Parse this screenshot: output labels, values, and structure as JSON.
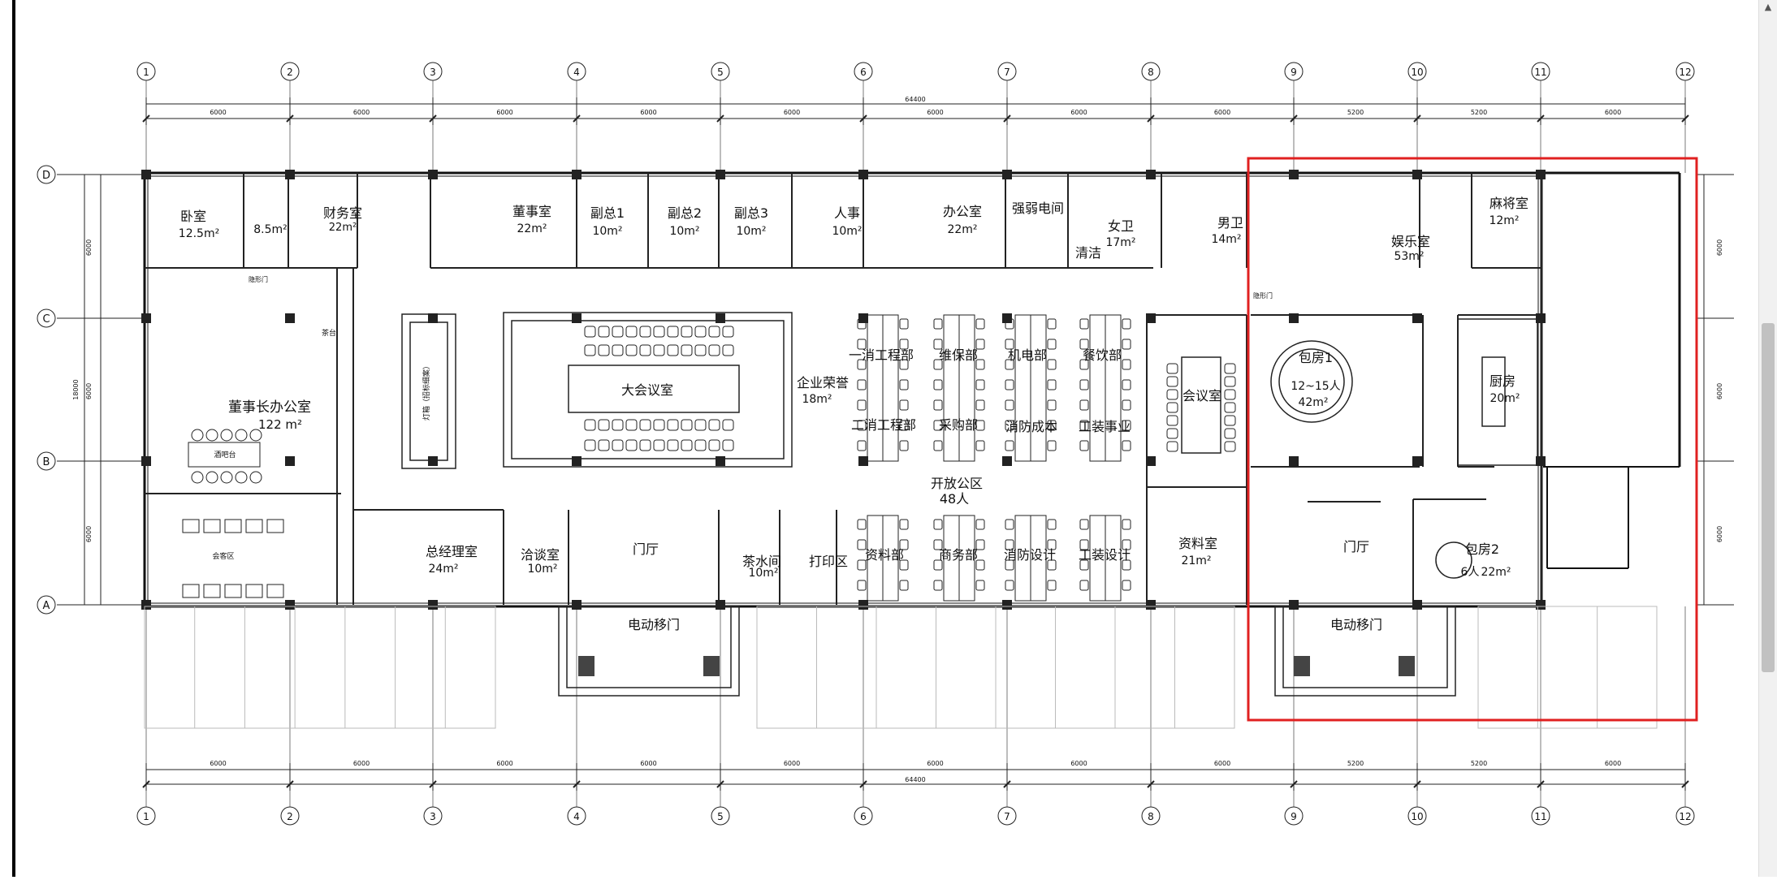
{
  "grid": {
    "columns": [
      "1",
      "2",
      "3",
      "4",
      "5",
      "6",
      "7",
      "8",
      "9",
      "10",
      "11",
      "12"
    ],
    "rows": [
      "D",
      "C",
      "B",
      "A"
    ],
    "spans": [
      "6000",
      "6000",
      "6000",
      "6000",
      "6000",
      "6000",
      "6000",
      "6000",
      "5200",
      "5200",
      "6000"
    ],
    "total": "64400",
    "vertical_spans": [
      "6000",
      "6000",
      "6000"
    ],
    "vertical_total": "18000"
  },
  "rooms": {
    "bedroom": "卧室",
    "bedroom_area": "12.5m²",
    "bath_area": "8.5m²",
    "finance": "财务室",
    "finance_area": "22m²",
    "chairman_room": "董事室",
    "chairman_room_area": "22m²",
    "vp1": "副总1",
    "vp1_area": "10m²",
    "vp2": "副总2",
    "vp2_area": "10m²",
    "vp3": "副总3",
    "vp3_area": "10m²",
    "hr": "人事",
    "hr_area": "10m²",
    "office": "办公室",
    "office_area": "22m²",
    "elec": "强弱电间",
    "women_wc": "女卫",
    "women_wc_area": "17m²",
    "men_wc": "男卫",
    "men_wc_area": "14m²",
    "cleaning": "清洁",
    "chairman_office": "董事长办公室",
    "chairman_office_area": "122 m²",
    "big_meeting": "大会议室",
    "honor": "企业荣誉",
    "honor_area": "18m²",
    "meeting": "会议室",
    "open_office": "开放公区",
    "open_office_count": "48人",
    "dept1": "一消工程部",
    "dept2": "维保部",
    "dept3": "机电部",
    "dept4": "餐饮部",
    "dept5": "二消工程部",
    "dept6": "采购部",
    "dept7": "消防成本",
    "dept8": "工装事业",
    "dept9": "资料部",
    "dept10": "商务部",
    "dept11": "消防设计",
    "dept12": "工装设计",
    "gm": "总经理室",
    "gm_area": "24m²",
    "negotiation": "洽谈室",
    "negotiation_area": "10m²",
    "lobby": "门厅",
    "tea": "茶水间",
    "tea_area": "10m²",
    "print": "打印区",
    "archive": "资料室",
    "archive_area": "21m²",
    "entertainment": "娱乐室",
    "entertainment_area": "53m²",
    "mahjong": "麻将室",
    "mahjong_area": "12m²",
    "private1": "包房1",
    "private1_cap": "12~15人",
    "private1_area": "42m²",
    "kitchen": "厨房",
    "kitchen_area": "20m²",
    "lobby2": "门厅",
    "private2": "包房2",
    "private2_cap": "6人",
    "private2_area": "22m²",
    "door1": "电动移门",
    "door2": "电动移门",
    "small_tea": "茶台",
    "bar": "酒吧台",
    "reception": "会客区",
    "hidden_door": "隐形门",
    "hidden_door2": "隐形门",
    "wall_text": "灯箱（招标细案）"
  },
  "highlight": {
    "color": "#e02020"
  }
}
